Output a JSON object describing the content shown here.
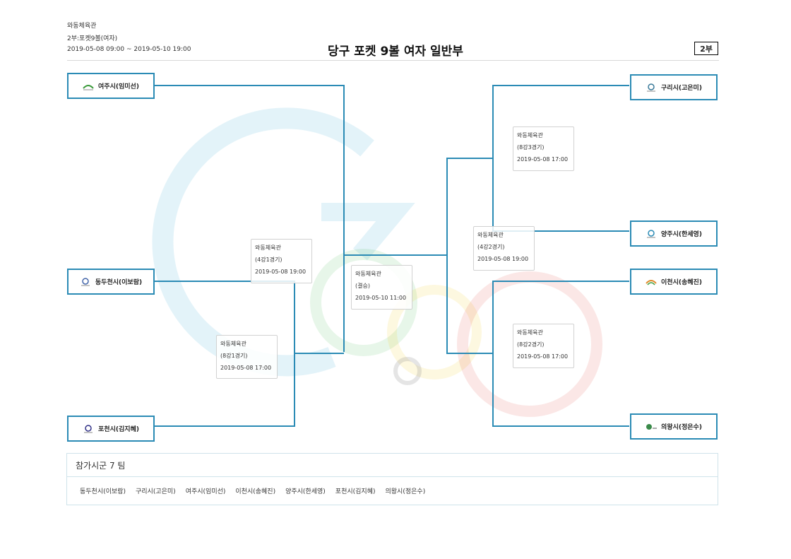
{
  "header": {
    "venue": "와동체육관",
    "division": "2부:포켓9볼(여자)",
    "period": "2019-05-08 09:00 ~ 2019-05-10 19:00",
    "title": "당구 포켓 9볼 여자 일반부",
    "badge": "2부"
  },
  "teams": {
    "left_top": "여주시(임미선)",
    "left_mid": "동두천시(이보람)",
    "left_bot": "포천시(김지혜)",
    "right_1": "구리시(고은미)",
    "right_2": "양주시(한세영)",
    "right_3": "이천시(송혜진)",
    "right_4": "의왕시(정은수)"
  },
  "matches": {
    "l_semi": {
      "venue": "와동체육관",
      "round": "(4강1경기)",
      "time": "2019-05-08 19:00"
    },
    "l_qf": {
      "venue": "와동체육관",
      "round": "(8강1경기)",
      "time": "2019-05-08 17:00"
    },
    "final": {
      "venue": "와동체육관",
      "round": "(결승)",
      "time": "2019-05-10 11:00"
    },
    "r_semi": {
      "venue": "와동체육관",
      "round": "(4강2경기)",
      "time": "2019-05-08 19:00"
    },
    "r_qf_top": {
      "venue": "와동체육관",
      "round": "(8강3경기)",
      "time": "2019-05-08 17:00"
    },
    "r_qf_bot": {
      "venue": "와동체육관",
      "round": "(8강2경기)",
      "time": "2019-05-08 17:00"
    }
  },
  "participants": {
    "title": "참가시군 7 팀",
    "list": [
      "동두천시(이보람)",
      "구리시(고은미)",
      "여주시(임미선)",
      "이천시(송혜진)",
      "양주시(한세영)",
      "포천시(김지혜)",
      "의왕시(정은수)"
    ]
  },
  "colors": {
    "bracket_line": "#2b8bb5",
    "team_border": "#2b8bb5"
  }
}
